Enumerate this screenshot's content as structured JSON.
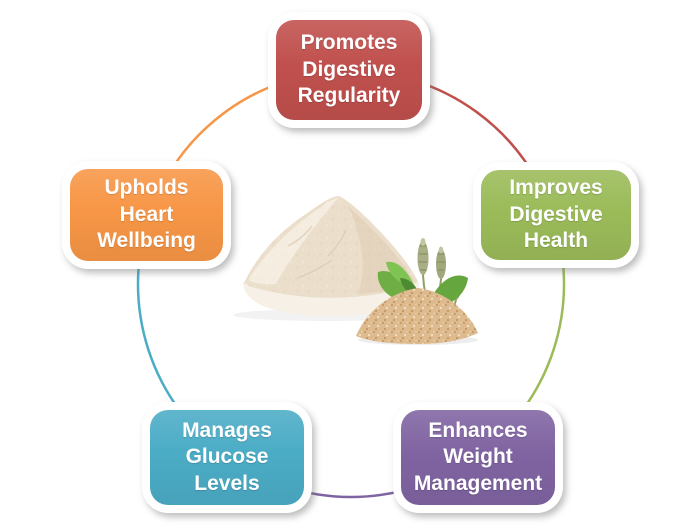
{
  "diagram": {
    "background_color": "#ffffff",
    "text_color": "#ffffff",
    "center_image_name": "psyllium-husk-powder-photo",
    "items": [
      {
        "id": "promotes-digestive-regularity",
        "label": "Promotes\nDigestive\nRegularity",
        "color": "#c0504d",
        "position": "top"
      },
      {
        "id": "improves-digestive-health",
        "label": "Improves\nDigestive\nHealth",
        "color": "#9bbb59",
        "position": "upper-right"
      },
      {
        "id": "enhances-weight-management",
        "label": "Enhances\nWeight\nManagement",
        "color": "#8064a2",
        "position": "lower-right"
      },
      {
        "id": "manages-glucose-levels",
        "label": "Manages\nGlucose\nLevels",
        "color": "#4bacc6",
        "position": "lower-left"
      },
      {
        "id": "upholds-heart-wellbeing",
        "label": "Upholds\nHeart\nWellbeing",
        "color": "#f79646",
        "position": "upper-left"
      }
    ]
  }
}
